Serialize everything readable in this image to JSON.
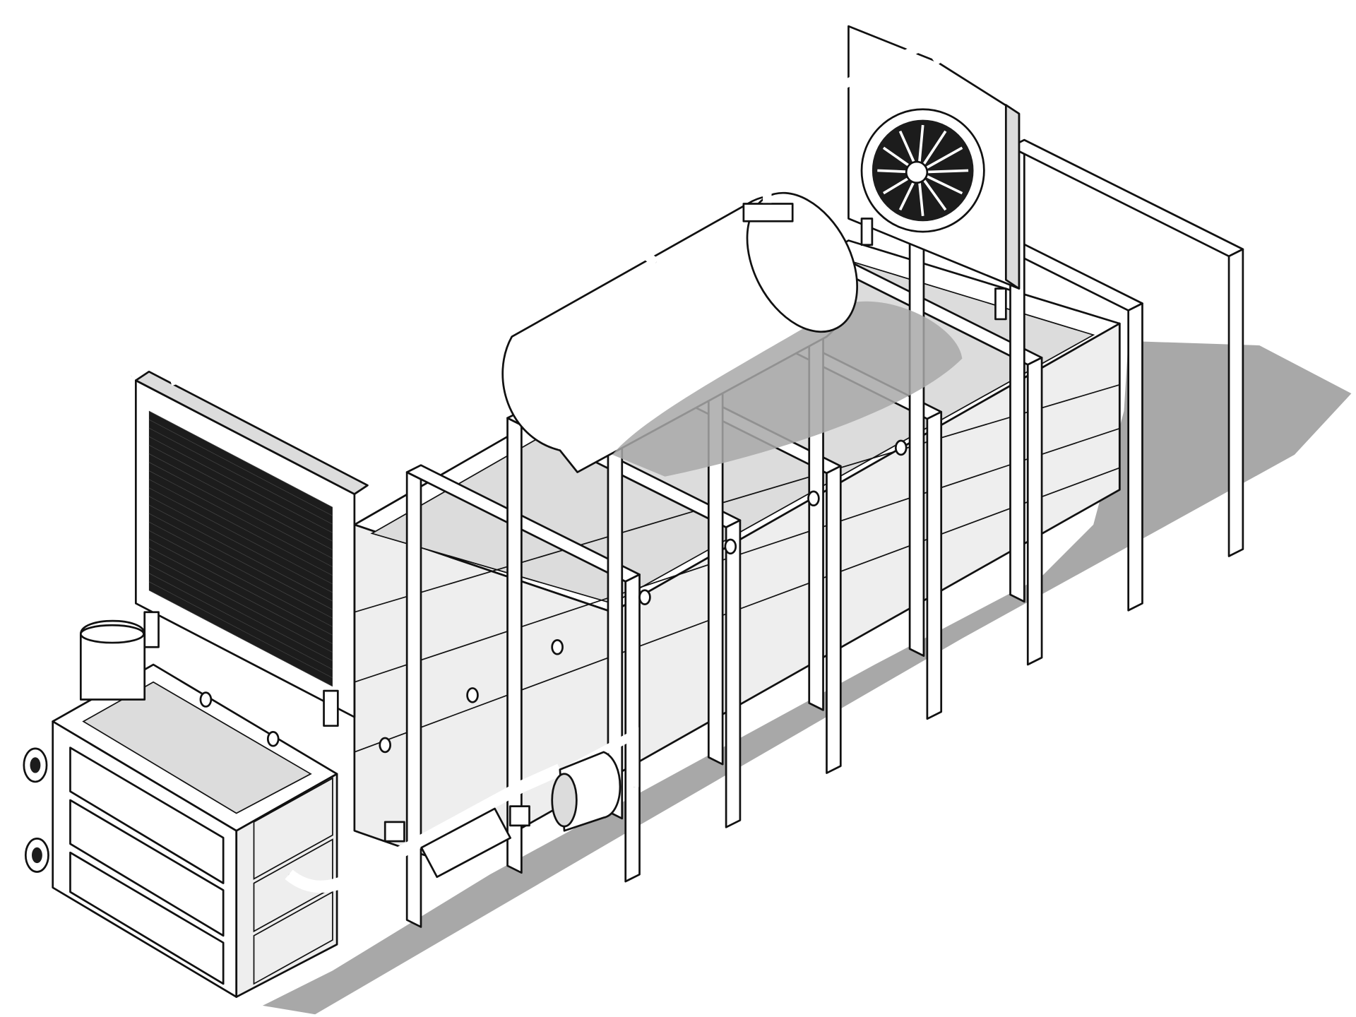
{
  "figure": {
    "subject": "isometric-line-drawing",
    "colors": {
      "background": "#ffffff",
      "line": "#111111",
      "shadow": "#a8a8a8",
      "panel": "#eeeeee",
      "grille": "#1c1c1c"
    },
    "components": [
      {
        "name": "shadow-floor",
        "icon": "shadow"
      },
      {
        "name": "enclosure-body",
        "icon": "box"
      },
      {
        "name": "structural-frames",
        "icon": "frame"
      },
      {
        "name": "front-control-box",
        "icon": "box"
      },
      {
        "name": "handwheels",
        "icon": "wheel"
      },
      {
        "name": "radiator-panel",
        "icon": "grille"
      },
      {
        "name": "cylindrical-tank",
        "icon": "tank"
      },
      {
        "name": "fan-unit",
        "icon": "fan"
      },
      {
        "name": "pipework",
        "icon": "pipe"
      },
      {
        "name": "pump-motor",
        "icon": "motor"
      },
      {
        "name": "latches",
        "icon": "latch"
      }
    ],
    "counts": {
      "frames": 7,
      "handwheels": 2,
      "latches": 9,
      "fan_blades": 12
    }
  }
}
